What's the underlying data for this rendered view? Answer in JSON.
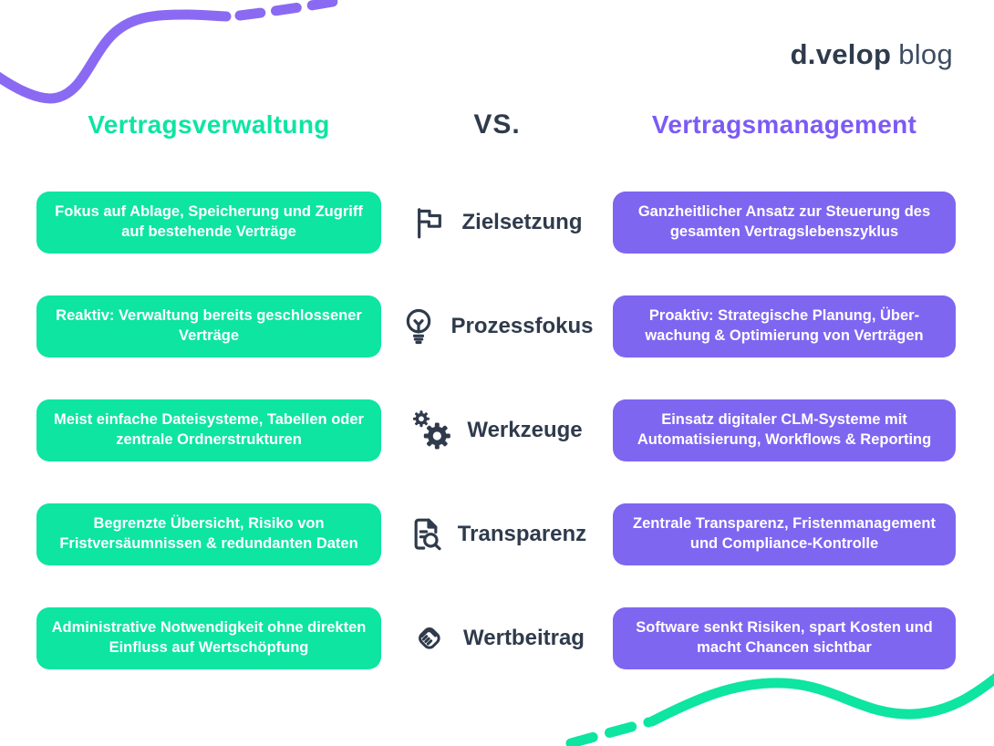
{
  "logo": {
    "brand": "d.velop",
    "suffix": "blog"
  },
  "header": {
    "left_title": "Vertragsverwaltung",
    "vs_label": "VS.",
    "right_title": "Vertragsmanagement"
  },
  "colors": {
    "green": "#0DE5A1",
    "purple": "#7E66F1",
    "purple_heading": "#7C5AF6",
    "purple_squiggle": "#8A6AF2",
    "dark": "#2F3B4C"
  },
  "rows": [
    {
      "icon": "flag-icon",
      "label": "Zielsetzung",
      "left": "Fokus auf Ablage, Speicherung und Zugriff auf bestehende Verträge",
      "right": "Ganzheitlicher Ansatz zur Steuerung des gesamten Vertragslebenszyklus"
    },
    {
      "icon": "lightbulb-icon",
      "label": "Prozessfokus",
      "left": "Reaktiv: Verwaltung bereits geschlossener Verträge",
      "right": "Proaktiv: Strategische Planung, Über-wachung & Optimierung von Verträgen"
    },
    {
      "icon": "gears-icon",
      "label": "Werkzeuge",
      "left": "Meist einfache Dateisysteme, Tabellen oder zentrale Ordnerstrukturen",
      "right": "Einsatz digitaler CLM-Systeme mit Automatisierung, Workflows & Reporting"
    },
    {
      "icon": "document-search-icon",
      "label": "Transparenz",
      "left": "Begrenzte Übersicht, Risiko von Fristversäumnissen & redundanten Daten",
      "right": "Zentrale Transparenz, Fristenmanagement und Compliance-Kontrolle"
    },
    {
      "icon": "handshake-icon",
      "label": "Wertbeitrag",
      "left": "Administrative Notwendigkeit ohne direkten Einfluss auf Wertschöpfung",
      "right": "Software senkt Risiken, spart Kosten und macht Chancen sichtbar"
    }
  ]
}
